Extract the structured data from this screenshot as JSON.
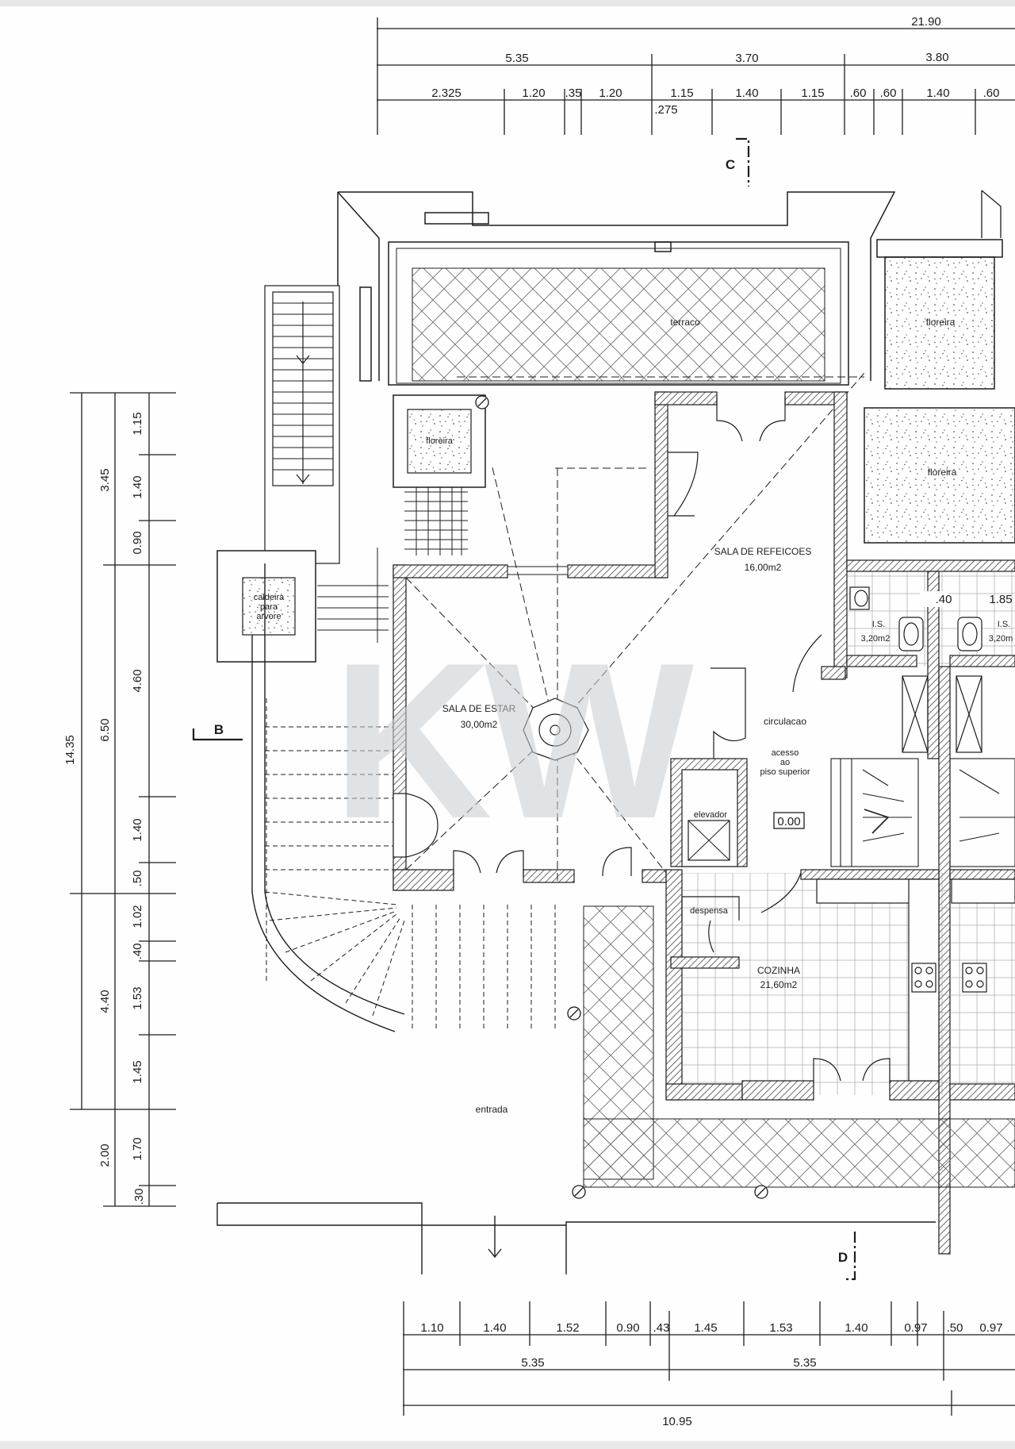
{
  "watermark": {
    "text": "KW",
    "registered": "®",
    "color": "#c9cdd2"
  },
  "colors": {
    "line": "#1d1d1d",
    "hatch": "#555555",
    "paper": "#fefefe"
  },
  "dimensions": {
    "top": {
      "total": "21.90",
      "level2": [
        "5.35",
        "3.70",
        "3.80"
      ],
      "level3": [
        "2.325",
        "1.20",
        ".35",
        "1.20",
        "1.15",
        "1.40",
        "1.15",
        ".60",
        ".60",
        "1.40",
        ".60"
      ],
      "extra": ".275"
    },
    "left": {
      "total": "14.35",
      "level2": [
        "3.45",
        "6.50",
        "4.40",
        "2.00"
      ],
      "level3": [
        "1.15",
        "1.40",
        "0.90",
        "4.60",
        "1.40",
        ".50",
        "1.02",
        ".40",
        "1.53",
        "1.45",
        "1.70",
        ".30"
      ]
    },
    "bottom": {
      "level1": [
        "1.10",
        "1.40",
        "1.52",
        "0.90",
        ".43",
        "1.45",
        "1.53",
        "1.40",
        "0.97",
        ".50",
        "0.97"
      ],
      "level2": [
        "5.35",
        "5.35"
      ],
      "total": "10.95"
    }
  },
  "sections": {
    "c": "C",
    "b": "B",
    "d": "D"
  },
  "rooms": {
    "terraco": "terraco",
    "floreira_top": "floreira",
    "floreira_small": "floreira",
    "floreira_right": "floreira",
    "caldeira": [
      "caldeira",
      "para",
      "arvore"
    ],
    "sala_refeicoes": {
      "name": "SALA DE REFEICOES",
      "area": "16,00m2"
    },
    "sala_estar": {
      "name": "SALA DE ESTAR",
      "area": "30,00m2"
    },
    "is1": {
      "name": "I.S.",
      "area": "3,20m2"
    },
    "is2": {
      "name": "I.S.",
      "area": "3,20m"
    },
    "dim40": ".40",
    "dim185": "1.85",
    "circulacao": "circulacao",
    "acesso": [
      "acesso",
      "ao",
      "piso superior"
    ],
    "elevador": "elevador",
    "level": "0.00",
    "despensa": "despensa",
    "cozinha": {
      "name": "COZINHA",
      "area": "21,60m2"
    },
    "entrada": "entrada"
  }
}
